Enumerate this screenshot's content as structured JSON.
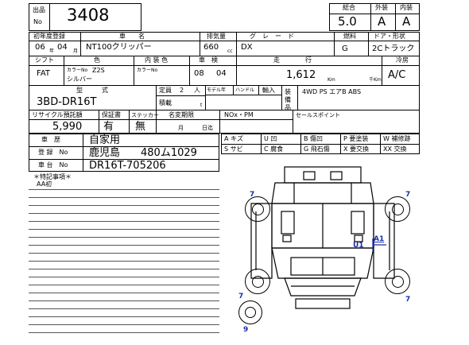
{
  "lot": {
    "label_top": "出品",
    "label_bottom": "No",
    "number": "3408"
  },
  "scores": {
    "overall_label": "総合",
    "exterior_label": "外装",
    "interior_label": "内装",
    "overall": "5.0",
    "exterior": "A",
    "interior": "A"
  },
  "row1": {
    "year_label": "初年度登録",
    "year": "06",
    "month": "04",
    "nen": "年",
    "tsuki": "月",
    "model_label": "車　　名",
    "model": "NT100クリッパー",
    "cc_label": "排気量",
    "cc": "660",
    "cc_unit": "cc",
    "grade_label": "グ　レ　ー　ド",
    "grade": "DX",
    "fuel_label": "燃料",
    "fuel": "G",
    "door_label": "ドア・形状",
    "door": "2Cトラック"
  },
  "row2": {
    "shift_label": "シフト",
    "shift": "FAT",
    "color_label": "色",
    "color_no_label": "カラーNo",
    "color_no": "Z2S",
    "color": "シルバー",
    "interior_label": "内 装 色",
    "interior_no_label": "カラーNo",
    "inspection_label": "車　検",
    "insp_year": "08",
    "insp_month": "04",
    "mileage_label": "走　　　　行",
    "mileage": "1,612",
    "km": "Km",
    "thousand_km": "千Km",
    "ac_label": "冷房",
    "ac": "A/C"
  },
  "row3": {
    "type_label": "型　　　式",
    "type": "3BD-DR16T",
    "capacity_label": "定員",
    "capacity": "2",
    "capacity_unit": "人",
    "load_label": "積載",
    "load_unit": "t",
    "model_year_label": "モデル年",
    "handle_label": "ハンドル",
    "import_label": "輸入",
    "equip_label": "装備品",
    "equipment": "4WD PS エアB ABS"
  },
  "row4": {
    "recycle_label": "リサイクル預託額",
    "recycle": "5,990",
    "warranty_label": "保証書",
    "warranty": "有",
    "sticker_label": "ステッカー",
    "sticker": "無",
    "change_label": "名変期限",
    "month": "月",
    "day": "日迄",
    "nox_label": "NOx・PM",
    "sales_point_label": "セールスポイント"
  },
  "history": {
    "label": "車　歴",
    "value": "自家用",
    "reg_label": "登 録　No",
    "reg": "鹿児島　　480ム1029",
    "chassis_label": "車 台　No",
    "chassis": "DR16T-705206"
  },
  "legend": [
    {
      "code": "A",
      "text": "キズ"
    },
    {
      "code": "U",
      "text": "凹"
    },
    {
      "code": "P",
      "text": "要塗装"
    },
    {
      "code": "W",
      "text": "補修跡"
    },
    {
      "code": "S",
      "text": "サビ"
    },
    {
      "code": "C",
      "text": "腐食"
    },
    {
      "code": "G",
      "text": "飛石傷"
    },
    {
      "code": "X",
      "text": "要交換"
    },
    {
      "code": "XX",
      "text": "交換"
    }
  ],
  "legend_extra": {
    "b_code": "B",
    "b_text": "傷凹"
  },
  "notes": {
    "title": "＊特記事項＊",
    "line1": "AA初"
  },
  "diagram_marks": {
    "tl": "7",
    "tr": "7",
    "bl": "7",
    "br": "7",
    "spare": "9",
    "u1": "U1",
    "a1": "A1"
  }
}
